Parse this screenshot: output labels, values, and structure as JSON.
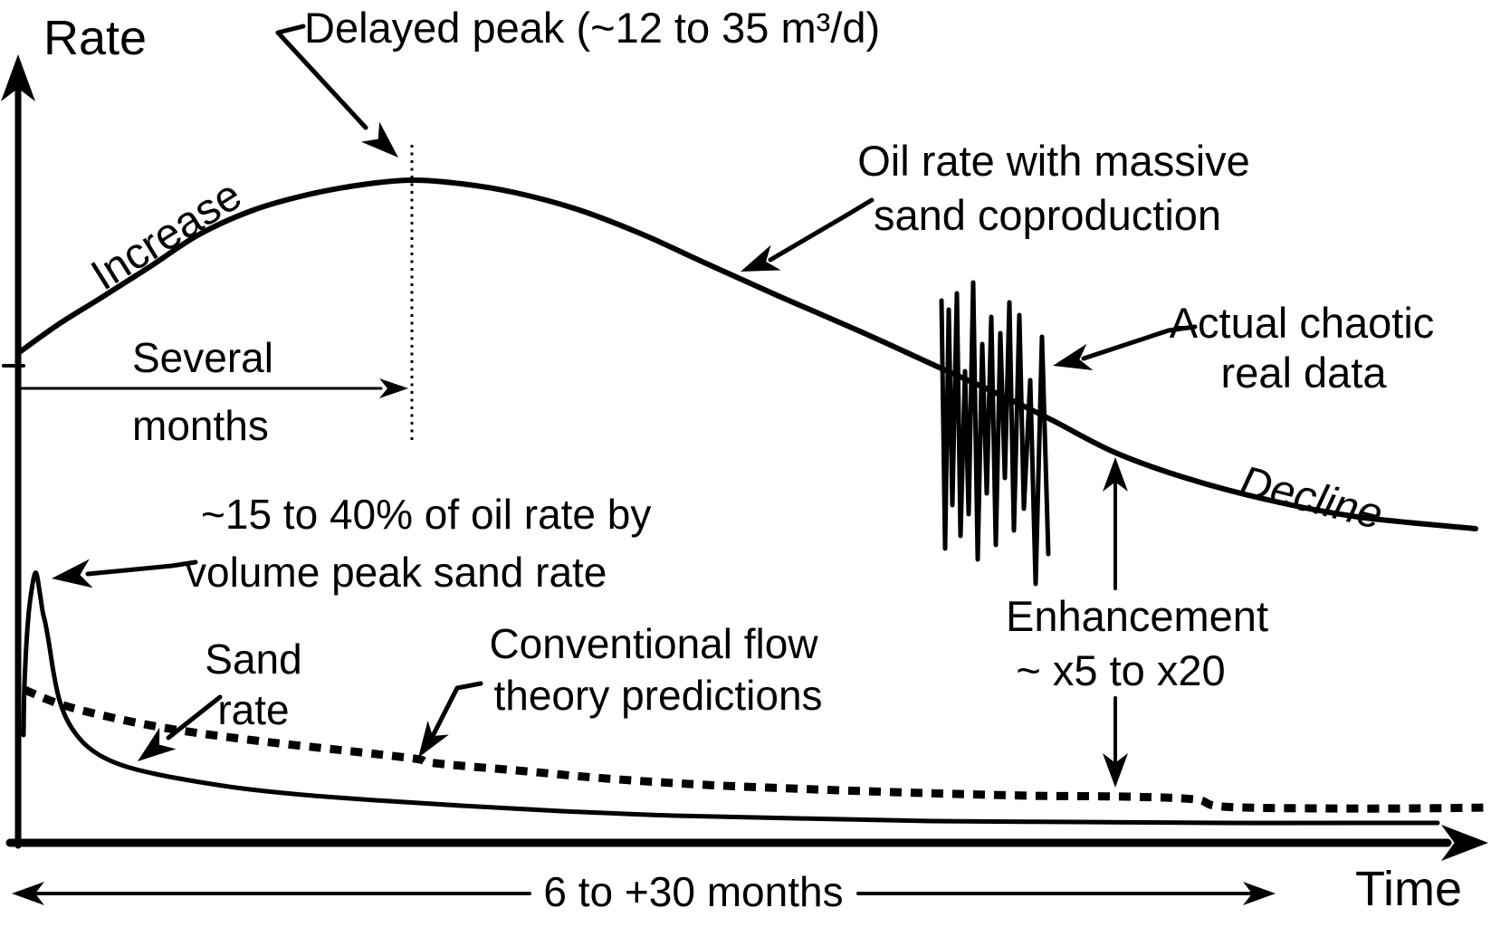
{
  "page": {
    "bg": "#ffffff",
    "ink": "#000000"
  },
  "labels": {
    "rate_axis": "Rate",
    "time_axis": "Time",
    "delayed_peak": "Delayed peak (~12 to 35 m³/d)",
    "increase": "Increase",
    "several_1": "Several",
    "several_2": "months",
    "oil_rate_1": "Oil rate with massive",
    "oil_rate_2": "sand coproduction",
    "actual_1": "Actual chaotic",
    "actual_2": "real data",
    "decline": "Decline",
    "pct_1": "~15 to 40% of oil rate by",
    "pct_2": "volume peak sand rate",
    "sand_1": "Sand",
    "sand_2": "rate",
    "conv_1": "Conventional flow",
    "conv_2": "theory predictions",
    "enh_1": "Enhancement",
    "enh_2": "~ x5 to x20",
    "months_span": "6 to +30 months"
  },
  "chart_data": {
    "type": "line",
    "title": "Schematic of oil and sand production rate versus time (CHOPS)",
    "xlabel": "Time",
    "ylabel": "Rate",
    "grid": false,
    "x_range_note": "6 to +30 months",
    "peak_note": "Delayed peak (~12 to 35 m³/d) after several months",
    "enhancement_note": "Enhancement ~ x5 to x20 over conventional flow theory predictions",
    "sand_note": "~15 to 40% of oil rate by volume peak sand rate",
    "axes": {
      "y": {
        "line": [
          [
            20,
            934
          ],
          [
            20,
            100
          ]
        ],
        "tip": [
          20,
          60
        ],
        "lw": 7,
        "head": [
          52,
          19
        ]
      },
      "x": {
        "line": [
          [
            11,
            931
          ],
          [
            1599,
            931
          ]
        ],
        "tip": [
          1644,
          931
        ],
        "lw": 9,
        "head": [
          52,
          20
        ]
      },
      "tick": {
        "line": [
          [
            4,
            404
          ],
          [
            26,
            404
          ]
        ],
        "lw": 4
      }
    },
    "series": [
      {
        "id": "theory-prediction-curve",
        "name": "Conventional flow theory predictions",
        "style": "dashed",
        "lw": 9,
        "dash": "13 10",
        "smooth": true,
        "points": [
          [
            27,
            762
          ],
          [
            70,
            779
          ],
          [
            130,
            794
          ],
          [
            200,
            807
          ],
          [
            290,
            819
          ],
          [
            380,
            829
          ],
          [
            458,
            838
          ],
          [
            480,
            843
          ],
          [
            570,
            851
          ],
          [
            670,
            860
          ],
          [
            780,
            867
          ],
          [
            900,
            872
          ],
          [
            1020,
            876
          ],
          [
            1140,
            879
          ],
          [
            1245,
            880
          ],
          [
            1320,
            883
          ],
          [
            1350,
            891
          ],
          [
            1460,
            893
          ],
          [
            1560,
            893
          ],
          [
            1643,
            892
          ]
        ]
      },
      {
        "id": "sand-rate-curve",
        "name": "Sand rate",
        "style": "solid",
        "lw": 5,
        "smooth": true,
        "points": [
          [
            26,
            812
          ],
          [
            27,
            757
          ],
          [
            31,
            685
          ],
          [
            36,
            645
          ],
          [
            40,
            633
          ],
          [
            44,
            655
          ],
          [
            47,
            675
          ],
          [
            50,
            688
          ],
          [
            54,
            710
          ],
          [
            59,
            742
          ],
          [
            65,
            771
          ],
          [
            73,
            793
          ],
          [
            84,
            811
          ],
          [
            97,
            825
          ],
          [
            115,
            837
          ],
          [
            140,
            847
          ],
          [
            172,
            855
          ],
          [
            215,
            863
          ],
          [
            268,
            871
          ],
          [
            335,
            878
          ],
          [
            415,
            884
          ],
          [
            510,
            890
          ],
          [
            620,
            896
          ],
          [
            745,
            901
          ],
          [
            880,
            904
          ],
          [
            1030,
            907
          ],
          [
            1190,
            908
          ],
          [
            1350,
            909
          ],
          [
            1500,
            909
          ],
          [
            1588,
            909
          ]
        ]
      },
      {
        "id": "oil-rate-curve",
        "name": "Oil rate with massive sand coproduction",
        "style": "solid",
        "lw": 6,
        "smooth": true,
        "points": [
          [
            20,
            390
          ],
          [
            65,
            358
          ],
          [
            110,
            330
          ],
          [
            165,
            295
          ],
          [
            220,
            259
          ],
          [
            280,
            232
          ],
          [
            340,
            215
          ],
          [
            400,
            204
          ],
          [
            455,
            199
          ],
          [
            510,
            203
          ],
          [
            570,
            213
          ],
          [
            640,
            232
          ],
          [
            710,
            259
          ],
          [
            780,
            291
          ],
          [
            860,
            327
          ],
          [
            950,
            366
          ],
          [
            1040,
            407
          ],
          [
            1100,
            434
          ],
          [
            1160,
            463
          ],
          [
            1232,
            500
          ],
          [
            1310,
            528
          ],
          [
            1400,
            552
          ],
          [
            1500,
            571
          ],
          [
            1630,
            584
          ]
        ]
      },
      {
        "id": "chaotic-real-data-zigzag",
        "name": "Actual chaotic real data",
        "style": "solid",
        "lw": 5,
        "smooth": false,
        "points": [
          [
            1040,
            332
          ],
          [
            1044,
            606
          ],
          [
            1048,
            342
          ],
          [
            1052,
            558
          ],
          [
            1057,
            324
          ],
          [
            1061,
            592
          ],
          [
            1066,
            410
          ],
          [
            1070,
            568
          ],
          [
            1075,
            312
          ],
          [
            1080,
            618
          ],
          [
            1085,
            380
          ],
          [
            1090,
            545
          ],
          [
            1095,
            350
          ],
          [
            1100,
            602
          ],
          [
            1105,
            368
          ],
          [
            1110,
            528
          ],
          [
            1115,
            334
          ],
          [
            1120,
            586
          ],
          [
            1126,
            348
          ],
          [
            1131,
            562
          ],
          [
            1138,
            420
          ],
          [
            1144,
            645
          ],
          [
            1151,
            372
          ],
          [
            1158,
            612
          ]
        ]
      },
      {
        "id": "peak-divider-dotted-line",
        "name": "Delayed peak marker",
        "style": "dotted",
        "lw": 3,
        "dash": "3 5.5",
        "smooth": false,
        "points": [
          [
            455,
            160
          ],
          [
            455,
            487
          ]
        ]
      }
    ],
    "annotations": [
      {
        "id": "delayed-peak-leader",
        "pts": [
          [
            335,
            29
          ],
          [
            307,
            36
          ],
          [
            404,
            141
          ]
        ],
        "tip": [
          440,
          174
        ],
        "lw": 5,
        "head": [
          42,
          15
        ]
      },
      {
        "id": "several-months-arrow",
        "pts": [
          [
            22,
            429
          ],
          [
            421,
            429
          ]
        ],
        "tip": [
          451,
          429
        ],
        "lw": 3,
        "head": [
          32,
          11
        ]
      },
      {
        "id": "oil-rate-leader",
        "pts": [
          [
            963,
            221
          ],
          [
            933,
            239
          ],
          [
            851,
            287
          ]
        ],
        "tip": [
          818,
          300
        ],
        "lw": 5,
        "head": [
          42,
          15
        ]
      },
      {
        "id": "actual-data-leader",
        "pts": [
          [
            1320,
            361
          ],
          [
            1291,
            365
          ],
          [
            1197,
            396
          ]
        ],
        "tip": [
          1163,
          404
        ],
        "lw": 5,
        "head": [
          42,
          15
        ]
      },
      {
        "id": "pct-sand-leader",
        "pts": [
          [
            216,
            621
          ],
          [
            190,
            625
          ],
          [
            97,
            634
          ]
        ],
        "tip": [
          57,
          639
        ],
        "lw": 5,
        "head": [
          44,
          16
        ]
      },
      {
        "id": "sand-rate-leader",
        "pts": [
          [
            243,
            770
          ],
          [
            186,
            815
          ]
        ],
        "tip": [
          152,
          841
        ],
        "lw": 5,
        "head": [
          42,
          15
        ]
      },
      {
        "id": "conv-theory-leader",
        "pts": [
          [
            531,
            755
          ],
          [
            505,
            760
          ],
          [
            478,
            813
          ]
        ],
        "tip": [
          462,
          837
        ],
        "lw": 5,
        "head": [
          40,
          14
        ]
      },
      {
        "id": "enhancement-arrow-up",
        "pts": [
          [
            1232,
            650
          ],
          [
            1232,
            519
          ]
        ],
        "tip": [
          1232,
          505
        ],
        "lw": 4,
        "head": [
          38,
          14
        ]
      },
      {
        "id": "enhancement-arrow-down",
        "pts": [
          [
            1232,
            771
          ],
          [
            1232,
            856
          ]
        ],
        "tip": [
          1232,
          870
        ],
        "lw": 4,
        "head": [
          38,
          14
        ]
      },
      {
        "id": "months-span-arrow-left",
        "pts": [
          [
            585,
            987
          ],
          [
            28,
            987
          ]
        ],
        "tip": [
          13,
          987
        ],
        "lw": 4,
        "head": [
          36,
          13
        ]
      },
      {
        "id": "months-span-arrow-right",
        "pts": [
          [
            948,
            987
          ],
          [
            1394,
            987
          ]
        ],
        "tip": [
          1409,
          987
        ],
        "lw": 4,
        "head": [
          36,
          13
        ]
      }
    ]
  }
}
